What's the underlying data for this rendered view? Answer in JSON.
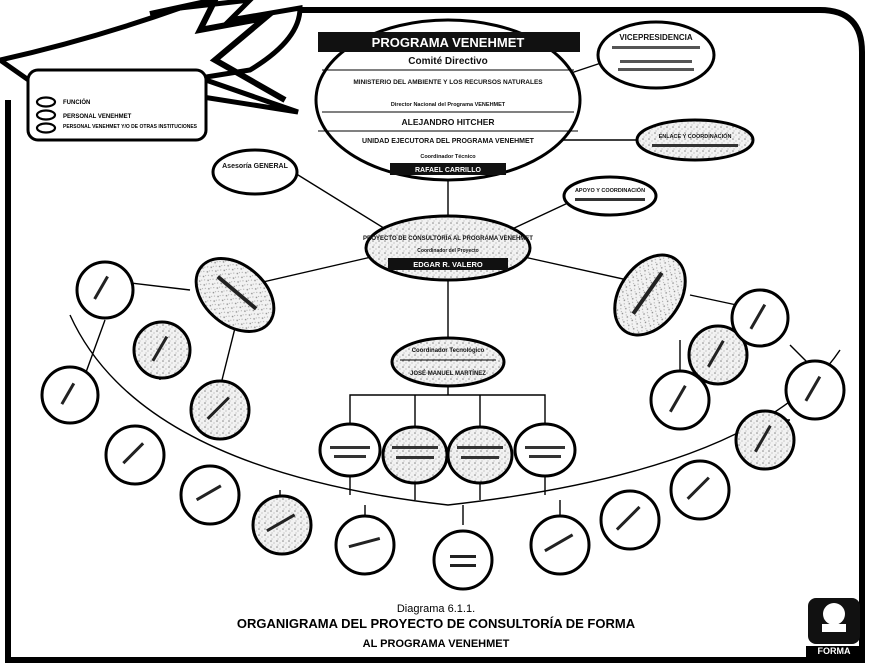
{
  "legend": {
    "items": [
      "FUNCIÓN",
      "PERSONAL VENEHMET",
      "PERSONAL VENEHMET Y/O DE OTRAS INSTITUCIONES"
    ]
  },
  "main_box": {
    "title": "PROGRAMA VENEHMET",
    "committee": "Comité Directivo",
    "ministry": "MINISTERIO DEL AMBIENTE Y LOS RECURSOS NATURALES",
    "director_role": "Director Nacional del Programa VENEHMET",
    "director_name": "ALEJANDRO HITCHER",
    "unit": "UNIDAD EJECUTORA DEL PROGRAMA VENEHMET",
    "coordinator_role": "Coordinador Técnico",
    "coordinator_name": "RAFAEL CARRILLO"
  },
  "side_nodes": {
    "vicepresidencia": "VICEPRESIDENCIA",
    "asesoria": "Asesoría GENERAL",
    "enlace": "ENLACE Y COORDINACIÓN",
    "apoyo": "APOYO Y COORDINACIÓN",
    "proyecto_title": "PROYECTO DE CONSULTORÍA AL PROGRAMA VENEHMET",
    "proyecto_role": "Coordinador del Proyecto",
    "proyecto_name": "EDGAR R. VALERO",
    "tecnico_title": "Coordinador Tecnológico",
    "tecnico_name": "JOSÉ MANUEL MARTÍNEZ"
  },
  "caption": {
    "line1": "Diagrama 6.1.1.",
    "line2": "ORGANIGRAMA DEL PROYECTO DE CONSULTORÍA DE FORMA",
    "line3": "AL PROGRAMA VENEHMET"
  },
  "logo_text": "FORMA"
}
